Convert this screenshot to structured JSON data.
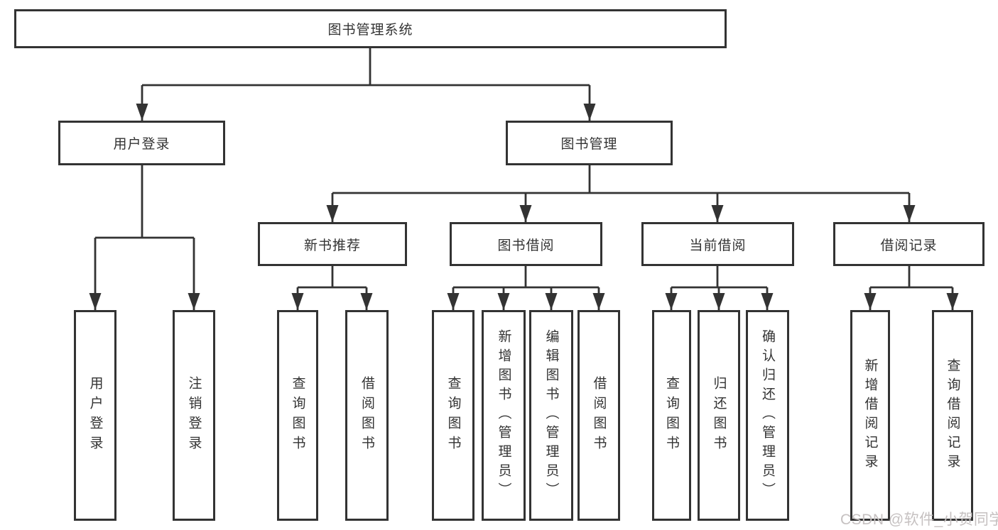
{
  "diagram": {
    "root": {
      "label": "图书管理系统"
    },
    "level2": {
      "user_login": {
        "label": "用户登录"
      },
      "book_mgmt": {
        "label": "图书管理"
      }
    },
    "level3": {
      "new_book_rec": {
        "label": "新书推荐"
      },
      "book_borrow": {
        "label": "图书借阅"
      },
      "current_borrow": {
        "label": "当前借阅"
      },
      "borrow_record": {
        "label": "借阅记录"
      }
    },
    "leaves": {
      "user_login": {
        "label": "用户登录"
      },
      "logout": {
        "label": "注销登录"
      },
      "rec_query_book": {
        "label": "查询图书"
      },
      "rec_borrow_book": {
        "label": "借阅图书"
      },
      "bor_query_book": {
        "label": "查询图书"
      },
      "bor_add_book": {
        "label": "新增图书（管理员）"
      },
      "bor_edit_book": {
        "label": "编辑图书（管理员）"
      },
      "bor_borrow_book": {
        "label": "借阅图书"
      },
      "cur_query_book": {
        "label": "查询图书"
      },
      "cur_return_book": {
        "label": "归还图书"
      },
      "cur_confirm_return": {
        "label": "确认归还（管理员）"
      },
      "rcd_add_record": {
        "label": "新增借阅记录"
      },
      "rcd_query_record": {
        "label": "查询借阅记录"
      }
    }
  },
  "watermark": {
    "text": "CSDN @软件_小贺同学"
  },
  "colors": {
    "line": "#333333",
    "box_border": "#333333",
    "box_fill": "#ffffff",
    "text": "#333333",
    "watermark": "#c6c1c1",
    "background": "#ffffff"
  }
}
